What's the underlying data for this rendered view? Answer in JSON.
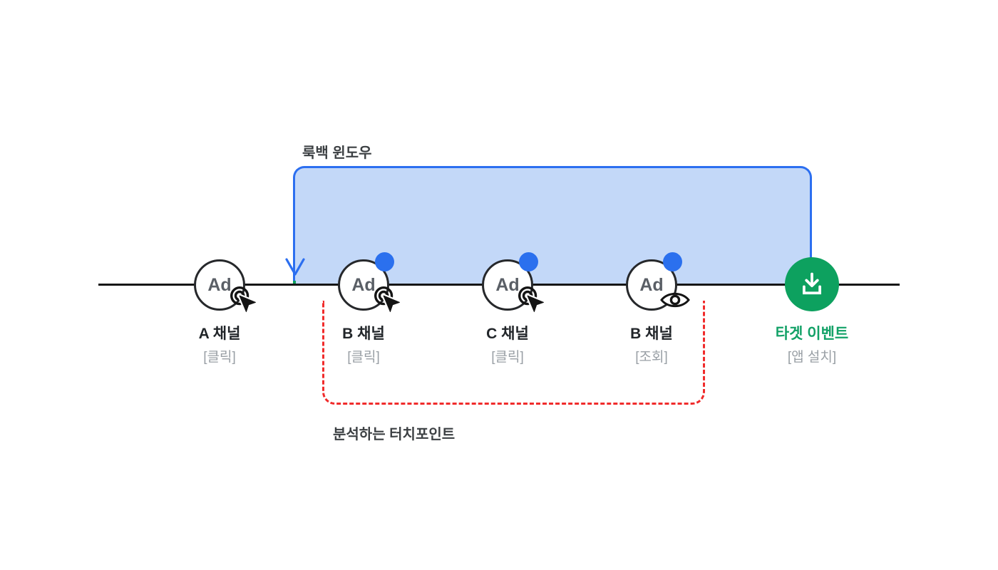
{
  "colors": {
    "accent_blue": "#2C6FF0",
    "lookback_fill": "#C3D8F8",
    "bracket_red": "#F02B2B",
    "event_green": "#0DA15F",
    "event_text_green": "#12A167",
    "text_dark": "#3C4043",
    "text_gray": "#9AA0A6"
  },
  "lookback_window": {
    "label": "룩백 윈도우"
  },
  "analysis_bracket": {
    "label": "분석하는 터치포인트"
  },
  "timeline": {
    "nodes": [
      {
        "circle_text": "Ad",
        "label": "A 채널",
        "sublabel": "[클릭]",
        "icon": "click-icon",
        "in_lookback": false,
        "marked": false
      },
      {
        "circle_text": "Ad",
        "label": "B 채널",
        "sublabel": "[클릭]",
        "icon": "click-icon",
        "in_lookback": true,
        "marked": true
      },
      {
        "circle_text": "Ad",
        "label": "C 채널",
        "sublabel": "[클릭]",
        "icon": "click-icon",
        "in_lookback": true,
        "marked": true
      },
      {
        "circle_text": "Ad",
        "label": "B 채널",
        "sublabel": "[조회]",
        "icon": "eye-icon",
        "in_lookback": true,
        "marked": true
      },
      {
        "circle_text": "",
        "label": "타겟 이벤트",
        "sublabel": "[앱 설치]",
        "icon": "download-icon",
        "in_lookback": true,
        "marked": false
      }
    ]
  }
}
